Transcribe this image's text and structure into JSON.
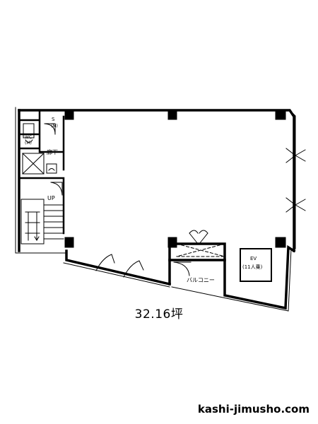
{
  "plan": {
    "labels": {
      "storage": "S",
      "storage_sub": "(M)",
      "wc": "WC",
      "wc_sub": "(M)",
      "corridor": "廊下",
      "stairs_up": "UP",
      "balcony": "バルコニー",
      "elevator": "EV",
      "elevator_capacity": "(11人乗)"
    },
    "area": "32.16坪",
    "site": "kashi-jimusho.com"
  }
}
